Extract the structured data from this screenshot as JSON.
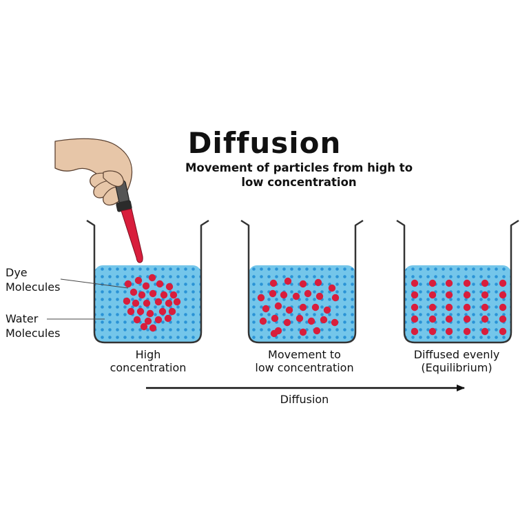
{
  "title": "Diffusion",
  "subtitle": {
    "line1": "Movement of particles from high to",
    "line2": "low concentration"
  },
  "labels": {
    "dye": {
      "line1": "Dye",
      "line2": "Molecules"
    },
    "water": {
      "line1": "Water",
      "line2": "Molecules"
    }
  },
  "beakers": [
    {
      "caption1": "High",
      "caption2": "concentration",
      "state": "clustered"
    },
    {
      "caption1": "Movement to",
      "caption2": "low concentration",
      "state": "spreading"
    },
    {
      "caption1": "Diffused evenly",
      "caption2": "(Equilibrium)",
      "state": "uniform"
    }
  ],
  "arrow": {
    "label": "Diffusion"
  },
  "colors": {
    "water": "#74c6ea",
    "water_dots": "#2a93d6",
    "dye": "#d81e3c",
    "glass": "#333333",
    "skin": "#e7c6a8",
    "dropper_fluid": "#d81e3c"
  }
}
